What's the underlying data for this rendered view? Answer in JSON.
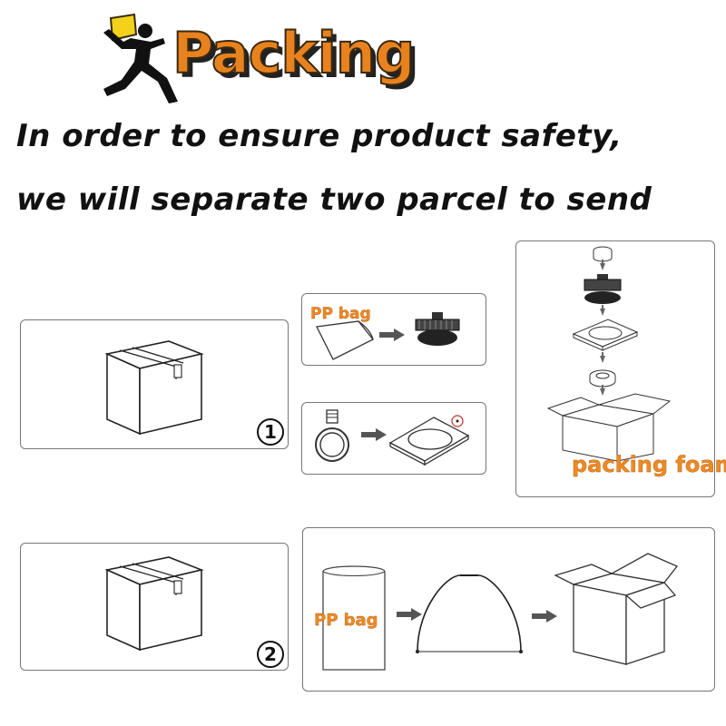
{
  "header": {
    "brand": "Packing",
    "line1": "In order to ensure product safety,",
    "line2": "we will separate two parcel to send"
  },
  "parcels": [
    {
      "number": "1"
    },
    {
      "number": "2"
    }
  ],
  "labels": {
    "pp_bag_top": "PP bag",
    "pp_bag_bottom": "PP bag",
    "packing_foam": "packing foam"
  },
  "icons": {
    "logo": "running-man-with-box-icon",
    "arrow": "arrow-right-icon"
  },
  "colors": {
    "accent": "#ef8a22",
    "text": "#111111",
    "frame": "#777777"
  }
}
